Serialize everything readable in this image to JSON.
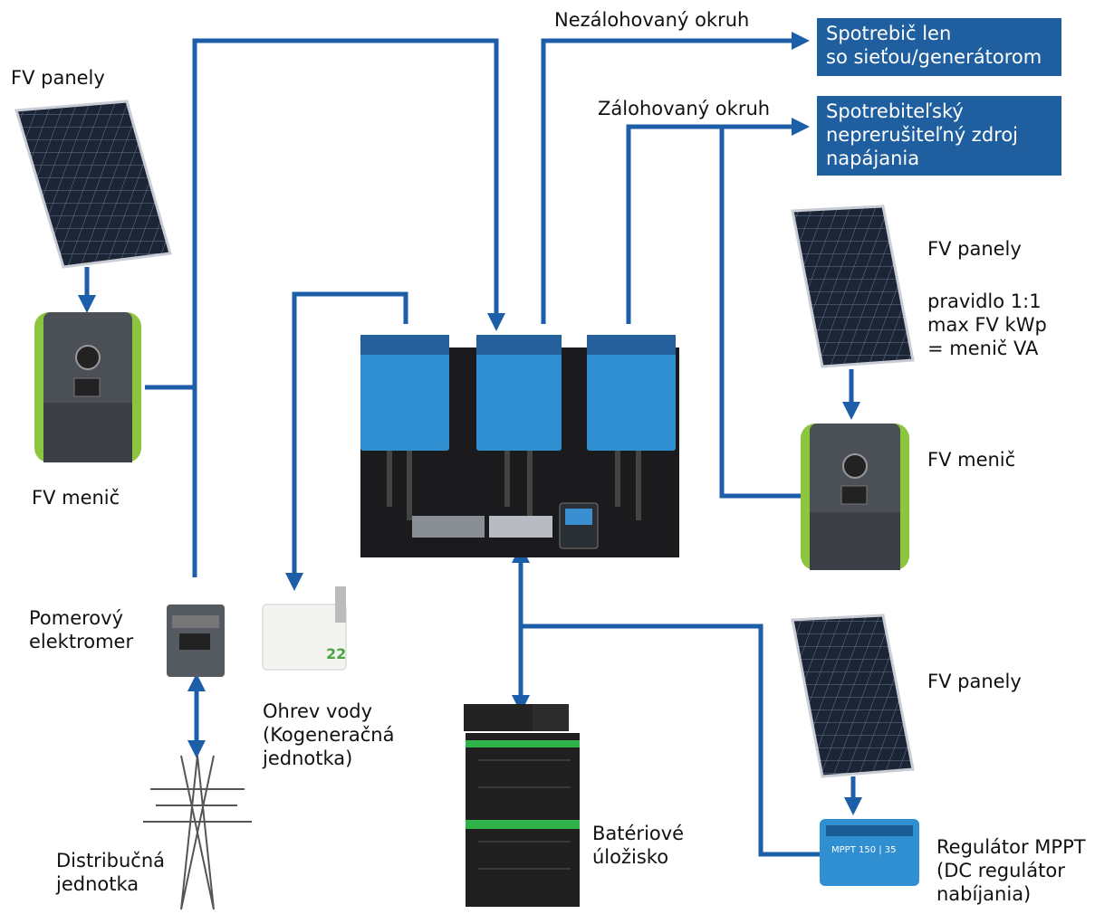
{
  "labels": {
    "pv_panels_left": "FV panely",
    "pv_inverter_left": "FV menič",
    "meter": "Pomerový\nelektromer",
    "distribution": "Distribučná\njednotka",
    "water_heating": "Ohrev vody\n(Kogeneračná\njednotka)",
    "battery": "Batériové\núložisko",
    "unbacked_circuit": "Nezálohovaný okruh",
    "backed_circuit": "Zálohovaný okruh",
    "pv_panels_right": "FV panely",
    "rule": "pravidlo 1:1\nmax FV kWp\n= menič VA",
    "pv_inverter_right": "FV menič",
    "pv_panels_bottom": "FV panely",
    "mppt": "Regulátor MPPT\n(DC regulátor\nnabíjania)",
    "water_heater_number": "22"
  },
  "boxes": {
    "grid_loads": "Spotrebič len\nso sieťou/generátorom",
    "ups_loads": "Spotrebiteľský\nnepreruš iteľný zdroj\nnapájania"
  },
  "device_text": {
    "mppt_title": "MPPT 150 | 35"
  },
  "colors": {
    "line": "#1d5ea8",
    "box": "#1f5fa0",
    "inverter_accent": "#8cc63f",
    "multiplus_blue": "#2f8fd0"
  }
}
